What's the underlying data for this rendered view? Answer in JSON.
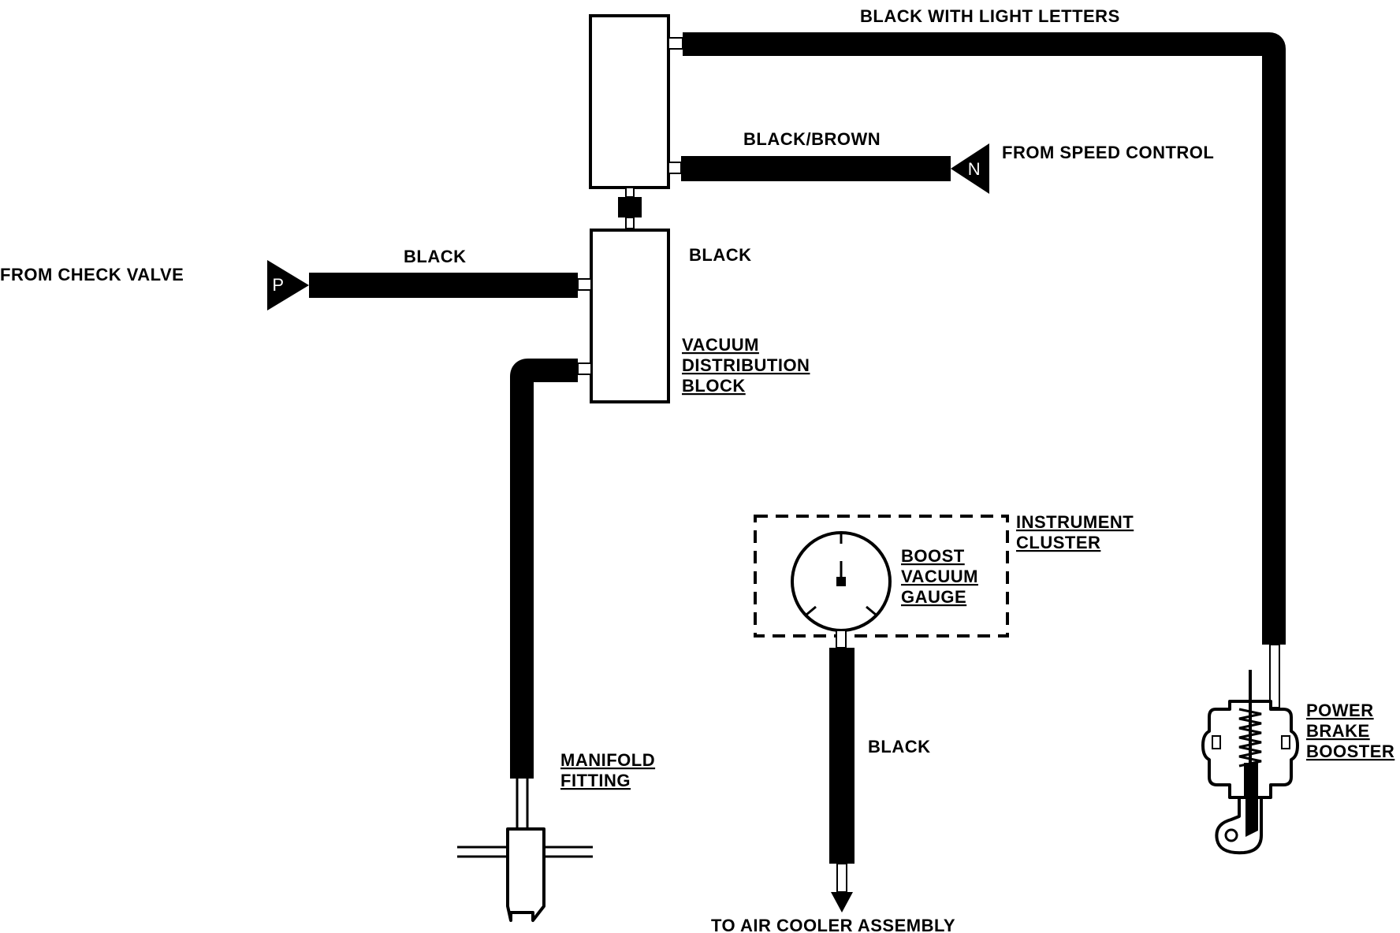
{
  "labels": {
    "black_with_light_letters": "BLACK WITH LIGHT LETTERS",
    "black_brown": "BLACK/BROWN",
    "from_speed_control": "FROM  SPEED CONTROL",
    "black_check_valve_line": "BLACK",
    "from_check_valve": "FROM CHECK VALVE",
    "black_block": "BLACK",
    "vacuum_distribution_block": [
      "VACUUM",
      "DISTRIBUTION",
      "BLOCK"
    ],
    "instrument_cluster": [
      "INSTRUMENT",
      "CLUSTER"
    ],
    "boost_vacuum_gauge": [
      "BOOST",
      "VACUUM",
      "GAUGE"
    ],
    "black_gauge_line": "BLACK",
    "manifold_fitting": [
      "MANIFOLD",
      "FITTING"
    ],
    "power_brake_booster": [
      "POWER",
      "BRAKE",
      "BOOSTER"
    ],
    "to_air_cooler_assembly": "TO AIR  COOLER ASSEMBLY"
  },
  "connectors": {
    "check_valve_letter": "P",
    "speed_control_letter": "N"
  },
  "colors": {
    "hose": "#000000",
    "background": "#ffffff"
  }
}
